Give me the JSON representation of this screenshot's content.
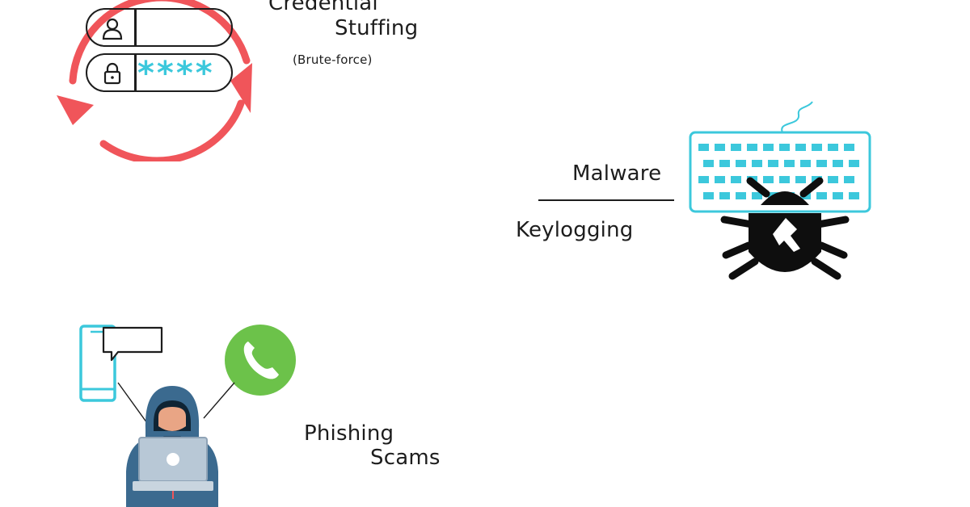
{
  "credential_stuffing": {
    "title_line1": "Credential",
    "title_line2": "Stuffing",
    "subtitle": "(Brute-force)",
    "password_mask": "****",
    "icons": [
      "user-icon",
      "lock-icon",
      "refresh-cycle-arrows-icon"
    ]
  },
  "malware": {
    "title_line1": "Malware",
    "title_line2": "Keylogging",
    "icons": [
      "keyboard-icon",
      "bug-icon"
    ]
  },
  "phishing": {
    "title_line1": "Phishing",
    "title_line2": "Scams",
    "icons": [
      "smartphone-icon",
      "chat-bubble-icon",
      "phone-call-icon",
      "hooded-hacker-icon",
      "laptop-icon"
    ]
  },
  "colors": {
    "cycle_red": "#f0555a",
    "cyan": "#3cc8dc",
    "green": "#6cc24a",
    "hood_blue": "#3b6a8f",
    "text": "#1d1d1d"
  }
}
